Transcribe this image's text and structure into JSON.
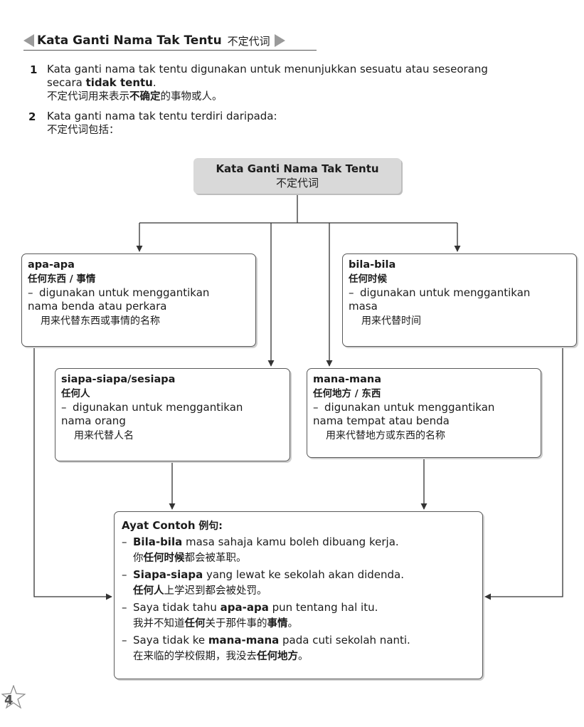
{
  "heading": {
    "title": "Kata Ganti Nama Tak Tentu",
    "title_zh": "不定代词"
  },
  "points": [
    {
      "number": "1",
      "text_before": "Kata ganti nama tak tentu digunakan untuk menunjukkan sesuatu atau seseorang",
      "text_line2": "secara ",
      "text_bold": "tidak tentu",
      "text_end": ".",
      "zh_before": "不定代词用来表示",
      "zh_bold": "不确定",
      "zh_after": "的事物或人。"
    },
    {
      "number": "2",
      "text": "Kata ganti nama tak tentu terdiri daripada:",
      "zh": "不定代词包括："
    }
  ],
  "root": {
    "title": "Kata Ganti Nama Tak Tentu",
    "title_zh": "不定代词"
  },
  "boxes": {
    "apa": {
      "title": "apa-apa",
      "title_zh": "任何东西 / 事情",
      "desc_line1": "digunakan untuk menggantikan",
      "desc_line2": "nama benda atau perkara",
      "zh": "用来代替东西或事情的名称"
    },
    "bila": {
      "title": "bila-bila",
      "title_zh": "任何时候",
      "desc_line1": "digunakan untuk menggantikan",
      "desc_line2": "masa",
      "zh": "用来代替时间"
    },
    "siapa": {
      "title": "siapa-siapa/sesiapa",
      "title_zh": "任何人",
      "desc_line1": "digunakan untuk menggantikan",
      "desc_line2": "nama orang",
      "zh": "用来代替人名"
    },
    "mana": {
      "title": "mana-mana",
      "title_zh": "任何地方 / 东西",
      "desc_line1": "digunakan untuk menggantikan",
      "desc_line2": "nama tempat atau benda",
      "zh": "用来代替地方或东西的名称"
    }
  },
  "dash": "–",
  "examples": {
    "heading": "Ayat Contoh",
    "heading_zh": "例句:",
    "items": [
      {
        "bold": "Bila-bila",
        "rest": " masa sahaja kamu boleh dibuang kerja.",
        "zh_pre": "你",
        "zh_bold": "任何时候",
        "zh_post": "都会被革职。"
      },
      {
        "bold": "Siapa-siapa",
        "rest": " yang lewat ke sekolah akan didenda.",
        "zh_pre": "",
        "zh_bold": "任何人",
        "zh_post": "上学迟到都会被处罚。"
      },
      {
        "pre": "Saya tidak tahu ",
        "bold": "apa-apa",
        "rest": " pun tentang hal itu.",
        "zh_pre": "我并不知道",
        "zh_bold": "任何",
        "zh_mid": "关于那件事的",
        "zh_bold2": "事情",
        "zh_post": "。"
      },
      {
        "pre": "Saya tidak ke ",
        "bold": "mana-mana",
        "rest": " pada cuti sekolah nanti.",
        "zh_pre": "在来临的学校假期，我没去",
        "zh_bold": "任何地方",
        "zh_post": "。"
      }
    ]
  },
  "page_number": "4"
}
